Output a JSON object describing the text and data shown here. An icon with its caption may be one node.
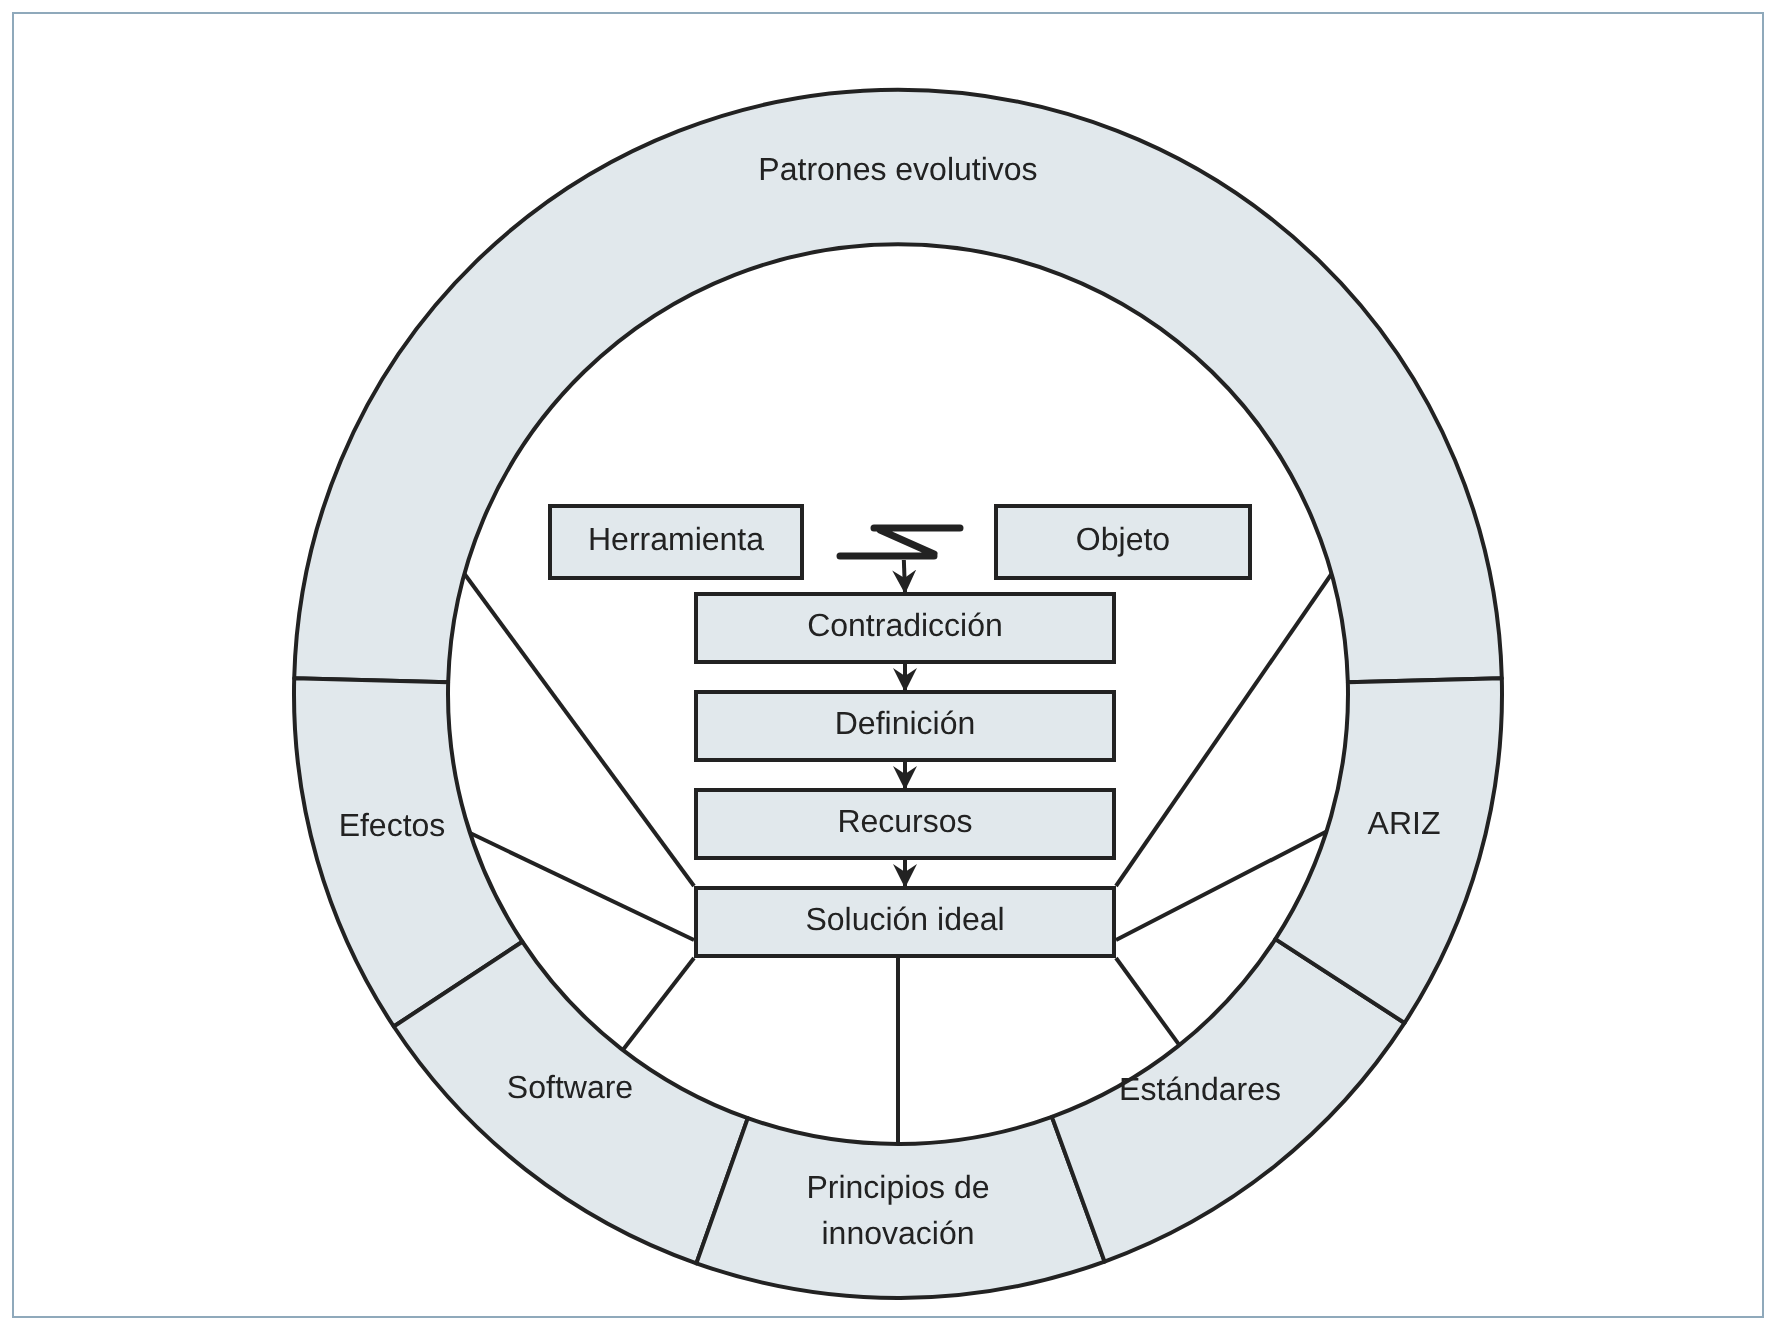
{
  "diagram": {
    "nodes": [
      {
        "text": [
          "Patrones evolutivos"
        ]
      },
      {
        "text": [
          "Efectos"
        ]
      },
      {
        "text": [
          "Software"
        ]
      },
      {
        "text": [
          "Principios de innovación"
        ]
      },
      {
        "text": [
          "Estándares"
        ]
      },
      {
        "text": [
          "ARIZ"
        ]
      },
      {
        "text": [
          "Herramienta"
        ]
      },
      {
        "text": [
          "Objeto"
        ]
      },
      {
        "text": [
          "Contradicción"
        ]
      },
      {
        "text": [
          "Definición"
        ]
      },
      {
        "text": [
          "Recursos"
        ]
      },
      {
        "text": [
          "Solución ideal"
        ]
      },
      {
        "text": [],
        "shape": "zigzag"
      }
    ],
    "edges": [
      {
        "from": 12,
        "to": 8,
        "arrow": "to"
      },
      {
        "from": 8,
        "to": 9,
        "arrow": "to"
      },
      {
        "from": 9,
        "to": 10,
        "arrow": "to"
      },
      {
        "from": 10,
        "to": 11,
        "arrow": "to"
      },
      {
        "from": 11,
        "to": 0,
        "arrow": "none"
      },
      {
        "from": 11,
        "to": 0,
        "arrow": "none"
      },
      {
        "from": 11,
        "to": 1,
        "arrow": "none"
      },
      {
        "from": 11,
        "to": 2,
        "arrow": "none"
      },
      {
        "from": 11,
        "to": 3,
        "arrow": "none"
      },
      {
        "from": 11,
        "to": 4,
        "arrow": "none"
      },
      {
        "from": 11,
        "to": 5,
        "arrow": "none"
      }
    ]
  }
}
